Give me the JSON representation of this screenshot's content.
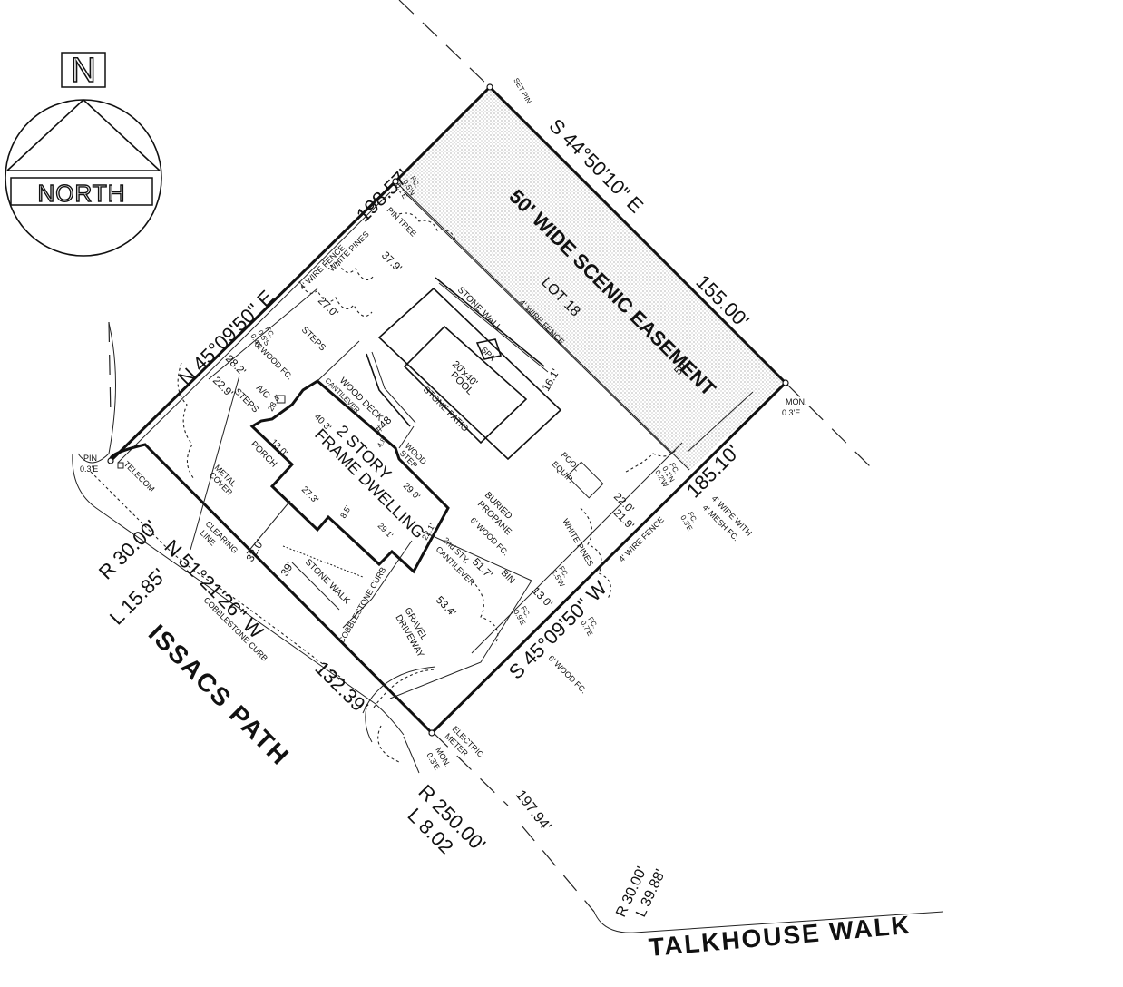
{
  "north_arrow": {
    "letter": "N",
    "label": "NORTH"
  },
  "streets": {
    "issacs_path": "ISSACS PATH",
    "talkhouse_walk": "TALKHOUSE WALK"
  },
  "bearings": {
    "northwest": "N 45°09'50\" E",
    "northeast": "S 44°50'10\" E",
    "southeast": "S 45°09'50\" W",
    "southwest": "N 51°21'26\" W"
  },
  "distances": {
    "northwest": "198.57'",
    "northeast": "155.00'",
    "southeast": "185.10'",
    "southwest": "132.39'",
    "talkhouse_frontage": "197.94'"
  },
  "curves": {
    "west_corner": {
      "r": "R 30.00'",
      "l": "L 15.85'"
    },
    "south_corner": {
      "r": "R 250.00'",
      "l": "L 8.02"
    },
    "talkhouse": {
      "r": "R 30.00'",
      "l": "L 39.88'"
    }
  },
  "easement": {
    "label": "50' WIDE SCENIC EASEMENT",
    "width": "50'"
  },
  "lot": "LOT 18",
  "dwelling": {
    "line1": "2 STORY",
    "line2": "FRAME DWELLING",
    "number": "#48"
  },
  "features": {
    "pool": "20'x40'",
    "pool_word": "POOL",
    "spa": "SPA",
    "stone_patio": "STONE PATIO",
    "stone_wall": "STONE WALL",
    "wood_deck": "WOOD DECK",
    "cantilever": "CANTILEVER",
    "wood_step": "WOOD",
    "wood_step2": "STEP",
    "porch": "PORCH",
    "metal_cover": "METAL",
    "metal_cover2": "COVER",
    "steps": "STEPS",
    "ac": "A/C",
    "clearing_line": "CLEARING",
    "clearing_line2": "LINE",
    "stone_walk": "STONE WALK",
    "cobblestone_curb": "COBBLESTONE CURB",
    "gravel_driveway": "GRAVEL",
    "gravel_driveway2": "DRIVEWAY",
    "buried_propane": "BURIED",
    "buried_propane2": "PROPANE",
    "second_story_cantilever": "2nd STY.",
    "second_story_cantilever2": "CANTILEVER",
    "bin": "BIN",
    "pool_equip": "POOL",
    "pool_equip2": "EQUIP.",
    "white_pines": "WHITE PINES",
    "telecom": "TELECOM",
    "electric_meter": "ELECTRIC",
    "electric_meter2": "METER",
    "wire_fence": "4' WIRE FENCE",
    "wire_fence_short": "4' WIRE FENCE",
    "wood_fc": "6' WOOD FC.",
    "wire_mesh_fc": "4' WIRE WITH",
    "wire_mesh_fc2": "4' MESH FC.",
    "wood_fc_se": "6' WOOD FC.",
    "pin_tree": "PIN TREE",
    "set_pin": "SET PIN"
  },
  "dimensions": {
    "d37_9": "37.9'",
    "d27_0": "27.0'",
    "d28_2": "28.2'",
    "d22_9": "22.9'",
    "d28_4": "28.4'",
    "d40_3": "40.3'",
    "d13_0": "13.0'",
    "d29_0": "29.0'",
    "d27_3": "27.3'",
    "d8_5": "8.5'",
    "d29_1": "29.1'",
    "d22_1": "22.1'",
    "d32_0": "32.0'",
    "d39": "39'",
    "d51_7": "51.7'",
    "d53_4": "53.4'",
    "d16_1": "16.1'",
    "d22_0": "22.0'",
    "d21_9": "21.9'",
    "d13_0b": "13.0'",
    "d4_8": "4.8'"
  },
  "monuments": {
    "east": {
      "label": "MON.",
      "offset": "0.3'E"
    },
    "south": {
      "label": "MON.",
      "offset": "0.3'E"
    },
    "west_pin": {
      "label": "PIN",
      "offset": "0.3'E"
    },
    "fc_n": {
      "label": "FC.",
      "offset1": "0.5'N",
      "offset2": "0.1'E"
    },
    "fc_nw": {
      "label": "FC.",
      "offset1": "0.6'S",
      "offset2": "0.4'E"
    },
    "fc_e1": {
      "label": "FC.",
      "offset1": "0.1'N",
      "offset2": "0.2'W"
    },
    "fc_e2": {
      "label": "FC.",
      "offset1": "0.3'E"
    },
    "fc_se1": {
      "label": "FC.",
      "offset1": "1.5'W"
    },
    "fc_se2": {
      "label": "FC.",
      "offset1": "0.9'E"
    },
    "fc_se3": {
      "label": "FC.",
      "offset1": "0.7'E"
    }
  }
}
